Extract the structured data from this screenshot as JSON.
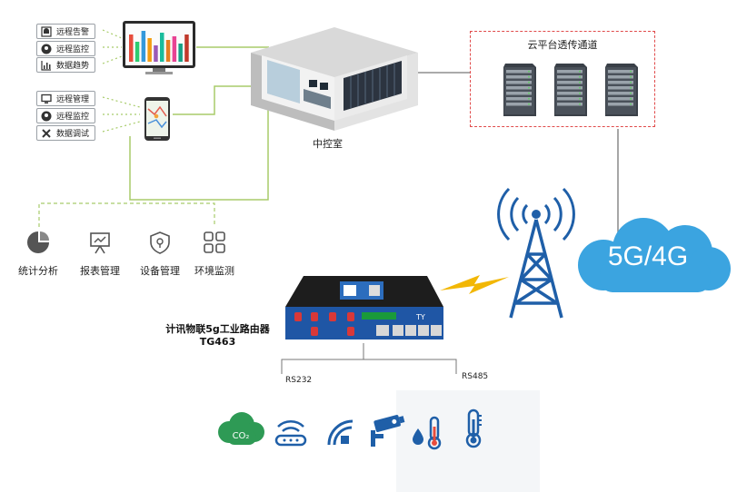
{
  "monitor_menu": [
    {
      "label": "远程告警",
      "icon": "alarm-icon"
    },
    {
      "label": "远程监控",
      "icon": "location-pin-icon"
    },
    {
      "label": "数据趋势",
      "icon": "chart-icon"
    }
  ],
  "phone_menu": [
    {
      "label": "远程管理",
      "icon": "monitor-icon"
    },
    {
      "label": "远程监控",
      "icon": "location-pin-icon"
    },
    {
      "label": "数据调试",
      "icon": "tools-icon"
    }
  ],
  "control_room": {
    "label": "中控室"
  },
  "cloud_platform": {
    "label": "云平台透传通道"
  },
  "network": {
    "label": "5G/4G"
  },
  "categories": [
    {
      "label": "统计分析",
      "icon": "pie-chart-icon"
    },
    {
      "label": "报表管理",
      "icon": "report-board-icon"
    },
    {
      "label": "设备管理",
      "icon": "shield-icon"
    },
    {
      "label": "环境监测",
      "icon": "grid-icon"
    }
  ],
  "router": {
    "name": "计讯物联5g工业路由器",
    "model": "TG463"
  },
  "ports": {
    "rs232": "RS232",
    "rs485": "RS485"
  },
  "sensors": [
    {
      "icon": "co2-cloud-icon",
      "text": "CO₂"
    },
    {
      "icon": "wifi-sensor-icon"
    },
    {
      "icon": "signal-sensor-icon"
    },
    {
      "icon": "camera-icon"
    },
    {
      "icon": "thermometer-drop-icon"
    },
    {
      "icon": "thermometer-icon"
    }
  ],
  "colors": {
    "line": "#a8cc6a",
    "accent": "#1f5fa8",
    "cloud": "#3ba4e0",
    "co2": "#2e9a55",
    "lightning": "#f2b705"
  }
}
